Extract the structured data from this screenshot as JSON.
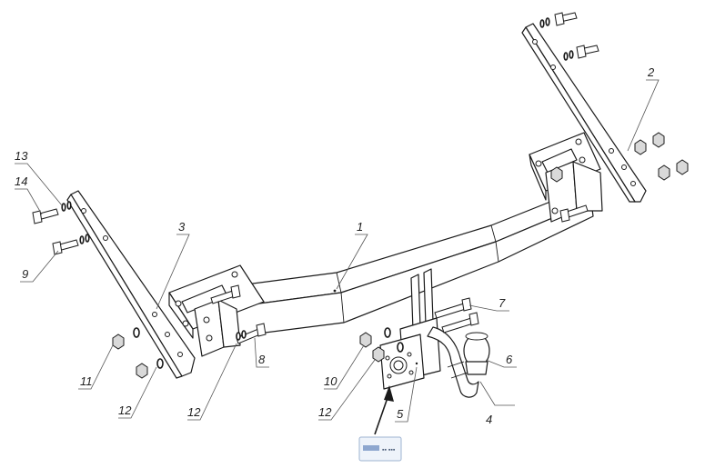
{
  "callouts": [
    {
      "id": "c1",
      "text": "1"
    },
    {
      "id": "c2",
      "text": "2"
    },
    {
      "id": "c3",
      "text": "3"
    },
    {
      "id": "c4",
      "text": "4"
    },
    {
      "id": "c5",
      "text": "5"
    },
    {
      "id": "c6",
      "text": "6"
    },
    {
      "id": "c7",
      "text": "7"
    },
    {
      "id": "c8",
      "text": "8"
    },
    {
      "id": "c9",
      "text": "9"
    },
    {
      "id": "c10",
      "text": "10"
    },
    {
      "id": "c11",
      "text": "11"
    },
    {
      "id": "c12a",
      "text": "12"
    },
    {
      "id": "c12b",
      "text": "12"
    },
    {
      "id": "c12c",
      "text": "12"
    },
    {
      "id": "c13",
      "text": "13"
    },
    {
      "id": "c14",
      "text": "14"
    }
  ],
  "socket_badge": {
    "text": "▪▪ ▪▪▪"
  }
}
